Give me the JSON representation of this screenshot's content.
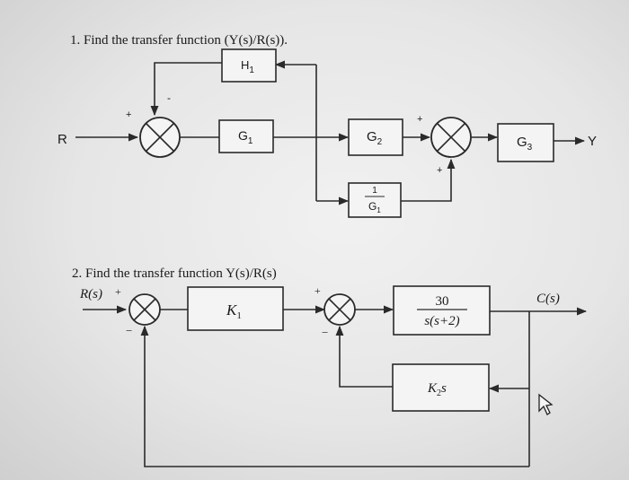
{
  "problem1": {
    "title": "1.  Find the transfer function (Y(s)/R(s)).",
    "input_label": "R",
    "output_label": "Y",
    "blocks": {
      "h1": "H",
      "h1_sub": "1",
      "g1": "G",
      "g1_sub": "1",
      "g2": "G",
      "g2_sub": "2",
      "g3": "G",
      "g3_sub": "3",
      "inv_num": "1",
      "inv_den": "G",
      "inv_den_sub": "1"
    },
    "signs": {
      "sum1_plus": "+",
      "sum1_minus": "-",
      "sum2_plus_top": "+",
      "sum2_plus_bottom": "+"
    }
  },
  "problem2": {
    "title": "2.  Find the transfer function Y(s)/R(s)",
    "input_label": "R(s)",
    "output_label": "C(s)",
    "blocks": {
      "k1": "K",
      "k1_sub": "1",
      "plant_num": "30",
      "plant_den": "s(s+2)",
      "k2s": "K",
      "k2s_sub": "2",
      "k2s_s": "s"
    },
    "signs": {
      "sum1_plus": "+",
      "sum1_minus": "−",
      "sum2_plus": "+",
      "sum2_minus": "−"
    }
  }
}
